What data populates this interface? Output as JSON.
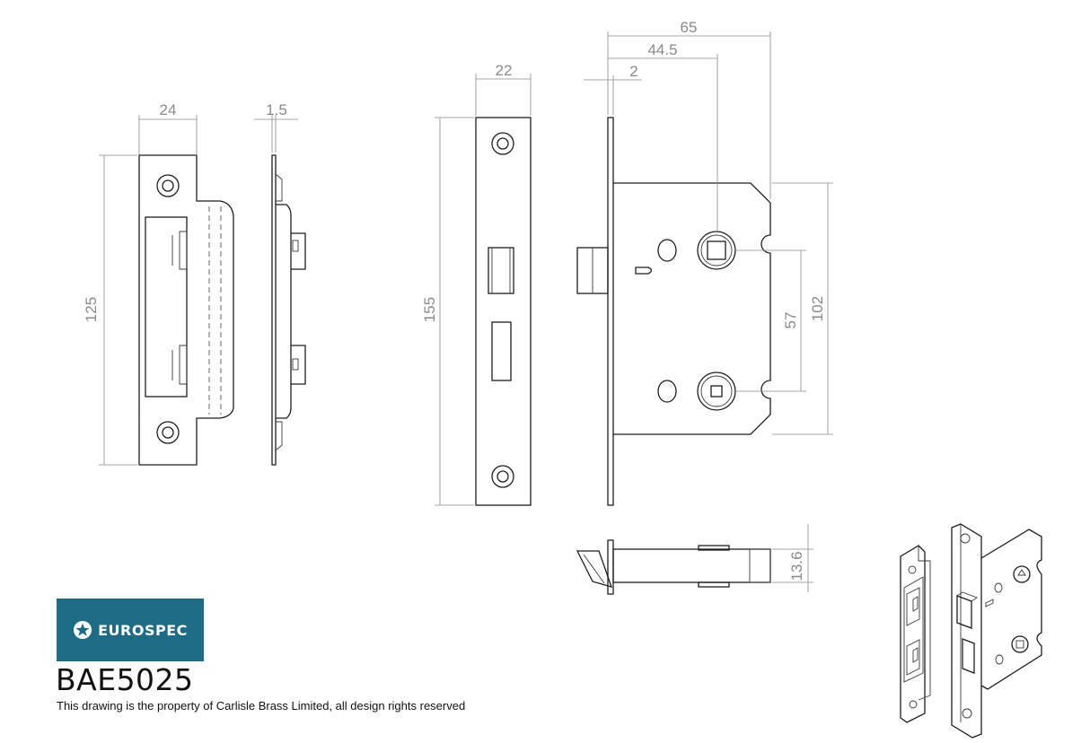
{
  "brand": {
    "name": "EUROSPEC",
    "color": "#1f6b86",
    "icon": "star-circle-icon"
  },
  "product_code": "BAE5025",
  "copyright": "This drawing is the property of Carlisle Brass Limited, all design rights reserved",
  "dimensions": {
    "strike_width": "24",
    "strike_thickness": "1.5",
    "strike_height": "125",
    "forend_width": "22",
    "forend_height": "155",
    "backset": "44.5",
    "case_depth": "65",
    "forend_offset": "2",
    "follower_centres": "57",
    "case_height": "102",
    "bolt_height": "13.6"
  }
}
